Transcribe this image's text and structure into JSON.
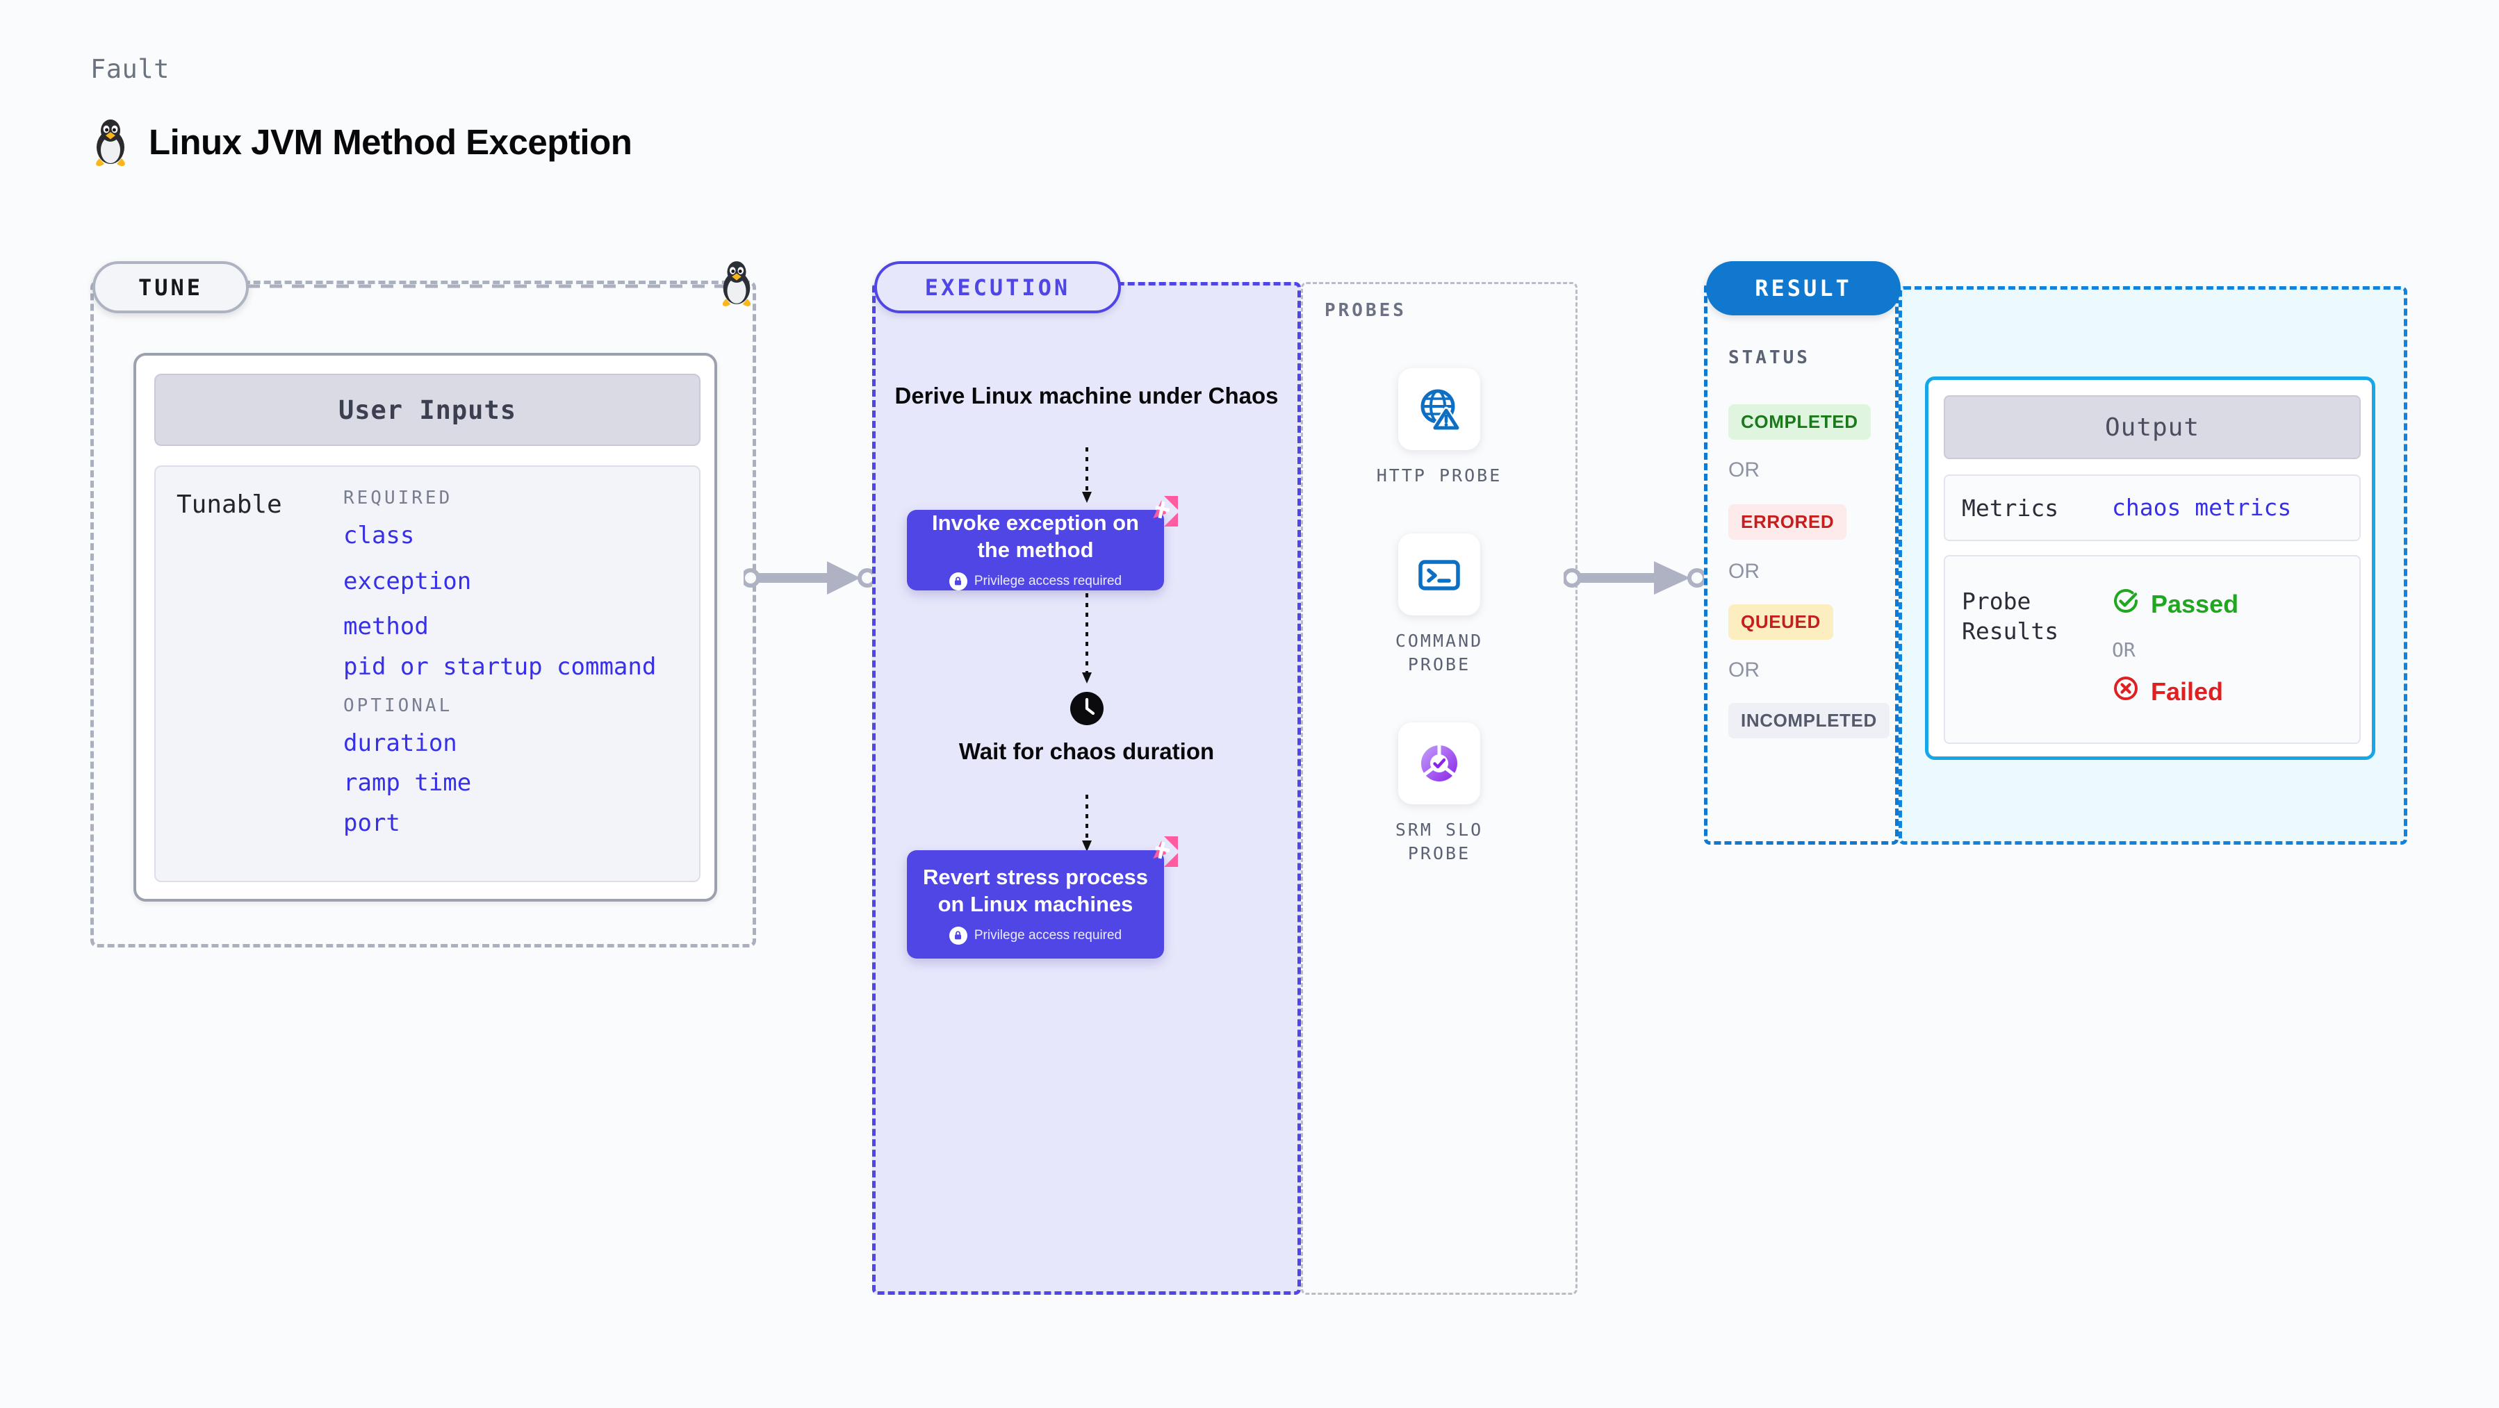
{
  "header": {
    "kicker": "Fault",
    "title": "Linux JVM Method Exception",
    "os_icon": "tux-penguin-icon"
  },
  "stages": {
    "tune": {
      "pill_label": "TUNE"
    },
    "execution": {
      "pill_label": "EXECUTION"
    },
    "probes": {
      "section_label": "PROBES"
    },
    "result": {
      "pill_label": "RESULT"
    }
  },
  "tune": {
    "card_title": "User Inputs",
    "row_label": "Tunable",
    "groups": [
      {
        "label": "REQUIRED",
        "params": [
          "class",
          "exception",
          "method",
          "pid or startup command"
        ]
      },
      {
        "label": "OPTIONAL",
        "params": [
          "duration",
          "ramp time",
          "port"
        ]
      }
    ]
  },
  "execution": {
    "intro_title": "Derive Linux machine under Chaos",
    "step1": {
      "title": "Invoke exception on the method",
      "privilege_note": "Privilege access required",
      "lock_icon": "lock-icon",
      "corner_icon": "harness-logo-icon"
    },
    "wait": {
      "icon": "clock-icon",
      "title": "Wait for chaos duration"
    },
    "step2": {
      "title": "Revert stress process on Linux machines",
      "privilege_note": "Privilege access required",
      "lock_icon": "lock-icon",
      "corner_icon": "harness-logo-icon"
    }
  },
  "probes": [
    {
      "label": "HTTP PROBE",
      "icon": "globe-warning-icon"
    },
    {
      "label": "COMMAND PROBE",
      "icon": "terminal-icon"
    },
    {
      "label": "SRM SLO PROBE",
      "icon": "slo-donut-check-icon"
    }
  ],
  "status": {
    "section_label": "STATUS",
    "or_label": "OR",
    "items": [
      {
        "label": "COMPLETED",
        "bg": "#dff5df",
        "fg": "#1a7a1a"
      },
      {
        "label": "ERRORED",
        "bg": "#fdeaea",
        "fg": "#c61d1d"
      },
      {
        "label": "QUEUED",
        "bg": "#fdeec2",
        "fg": "#c61d1d"
      },
      {
        "label": "INCOMPLETED",
        "bg": "#eef0f5",
        "fg": "#545a6b"
      }
    ]
  },
  "output": {
    "card_title": "Output",
    "metrics_label": "Metrics",
    "metrics_value": "chaos metrics",
    "probe_results_label": "Probe Results",
    "or_label": "OR",
    "passed_label": "Passed",
    "failed_label": "Failed",
    "passed_icon": "check-circle-icon",
    "failed_icon": "x-circle-icon"
  },
  "colors": {
    "accent_purple": "#4f46e5",
    "accent_blue": "#1079cf",
    "accent_pink": "#ff5ba0",
    "param_link": "#3730e8",
    "pass_green": "#1fa81f",
    "fail_red": "#e02020"
  }
}
